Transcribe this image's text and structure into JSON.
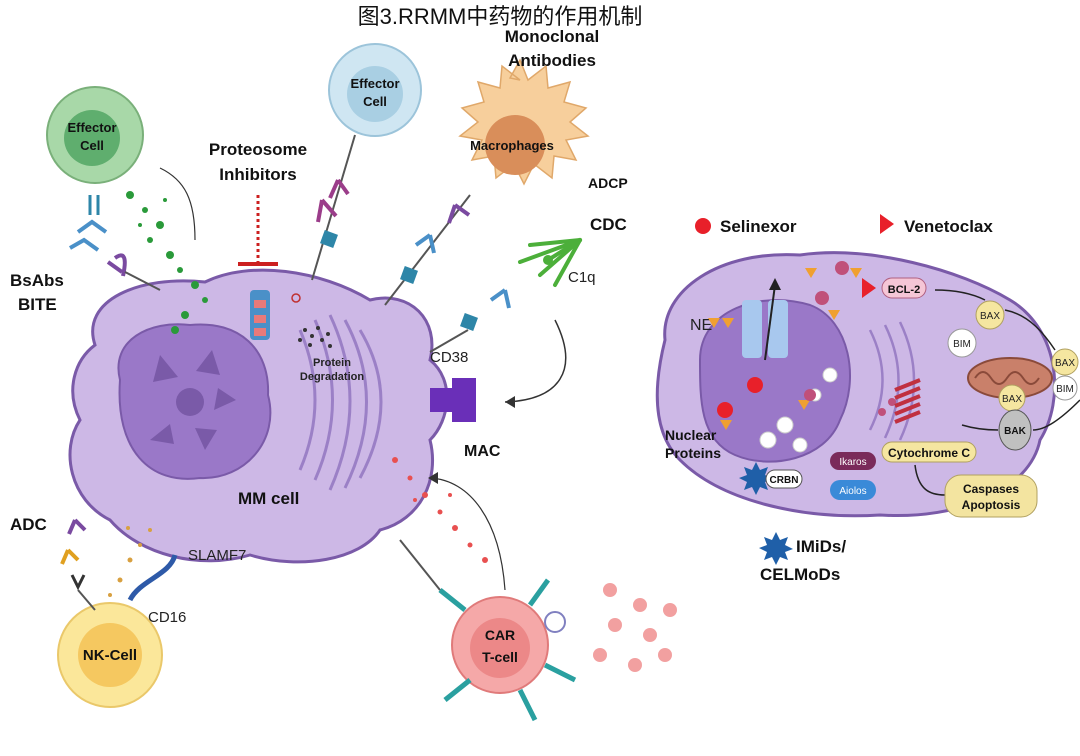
{
  "title": "图3.RRMM中药物的作用机制",
  "left_panel": {
    "effector_cell_left": "Effector Cell",
    "effector_cell_top": "Effector Cell",
    "proteosome_inhibitors": "Proteosome Inhibitors",
    "monoclonal_antibodies": "Monoclonal Antibodies",
    "macrophages": "Macrophages",
    "adcp": "ADCP",
    "cdc": "CDC",
    "c1q": "C1q",
    "bsabs": "BsAbs",
    "bite": "BITE",
    "protein_degradation": "Protein Degradation",
    "cd38": "CD38",
    "mac": "MAC",
    "mm_cell": "MM cell",
    "adc": "ADC",
    "slamf7": "SLAMF7",
    "cd16": "CD16",
    "nk_cell": "NK-Cell",
    "car_t_cell": "CAR T-cell"
  },
  "right_panel": {
    "selinexor": "Selinexor",
    "venetoclax": "Venetoclax",
    "ne": "NE",
    "bcl2": "BCL-2",
    "bax": "BAX",
    "bim": "BIM",
    "bak": "BAK",
    "nuclear_proteins": "Nuclear Proteins",
    "ikaros": "Ikaros",
    "aiolos": "Aiolos",
    "crbn": "CRBN",
    "cytochrome_c": "Cytochrome C",
    "caspases_apoptosis": "Caspases Apoptosis",
    "imids_celmods": "IMiDs/ CELMoDs"
  },
  "colors": {
    "mm_cell_fill": "#cdb8e6",
    "mm_cell_stroke": "#7a5aa8",
    "nucleus": "#9a78c8",
    "effector_green": "#a8d8a8",
    "effector_blue": "#cfe6f2",
    "macrophage": "#f7cf9c",
    "nk_cell": "#fbe79a",
    "car_t": "#f5a8a8",
    "mac_purple": "#6a2fb8",
    "selinexor_red": "#e8202a",
    "bcl2_pink": "#f5c6d6",
    "bax_yellow": "#f5e6a0",
    "caspase_yellow": "#f3e4a0"
  }
}
